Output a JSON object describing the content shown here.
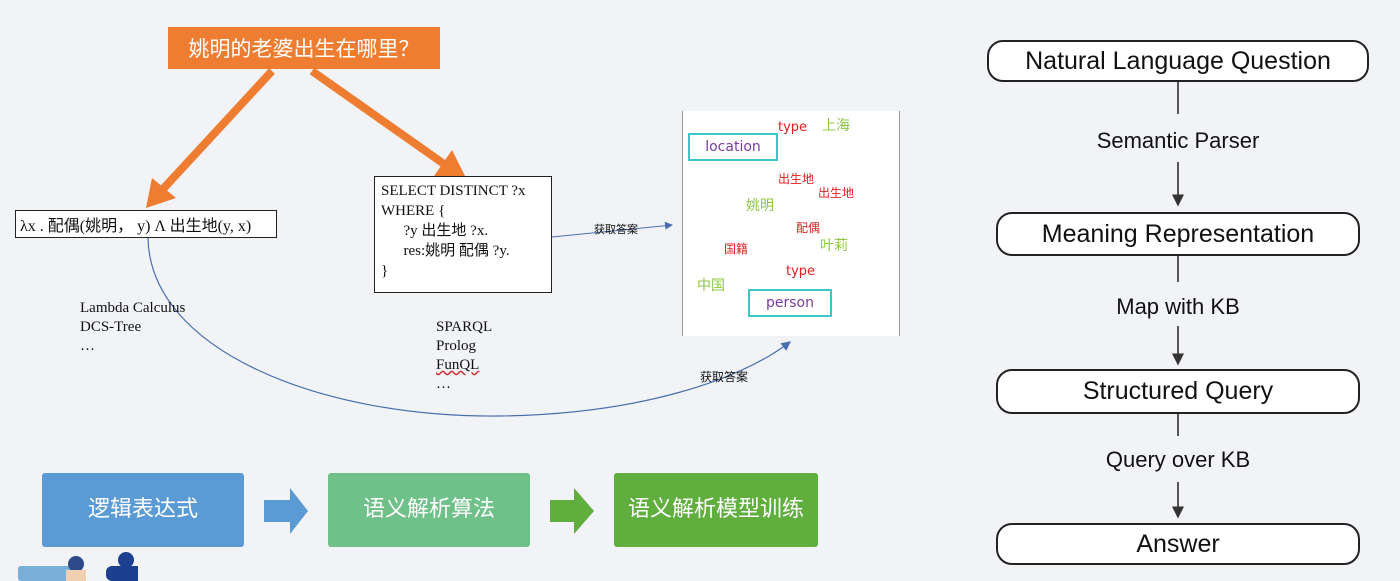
{
  "question": "姚明的老婆出生在哪里？",
  "lambda_expr": "λx . 配偶(姚明， y) Λ 出生地(y, x)",
  "sparql_query": "SELECT DISTINCT ?x\nWHERE {\n      ?y 出生地 ?x.\n      res:姚明 配偶 ?y.\n}",
  "lambda_formalisms": [
    "Lambda Calculus",
    "DCS-Tree",
    "…"
  ],
  "query_languages": [
    "SPARQL",
    "Prolog",
    "FunQL",
    "…"
  ],
  "get_answer_label": "获取答案",
  "kg": {
    "location": "location",
    "person": "person",
    "shanghai": "上海",
    "yaoming": "姚明",
    "yeli": "叶莉",
    "china": "中国",
    "type_top": "type",
    "type_bottom": "type",
    "born_in_left": "出生地",
    "born_in_right": "出生地",
    "spouse": "配偶",
    "nationality": "国籍"
  },
  "pipeline": [
    "逻辑表达式",
    "语义解析算法",
    "语义解析模型训练"
  ],
  "pipeline_colors": [
    "#5b9bd5",
    "#70c08a",
    "#5fae3e"
  ],
  "flow": {
    "nl_question": "Natural Language Question",
    "semantic_parser": "Semantic Parser",
    "meaning_rep": "Meaning Representation",
    "map_kb": "Map with KB",
    "structured_query": "Structured Query",
    "query_kb": "Query over KB",
    "answer": "Answer"
  }
}
